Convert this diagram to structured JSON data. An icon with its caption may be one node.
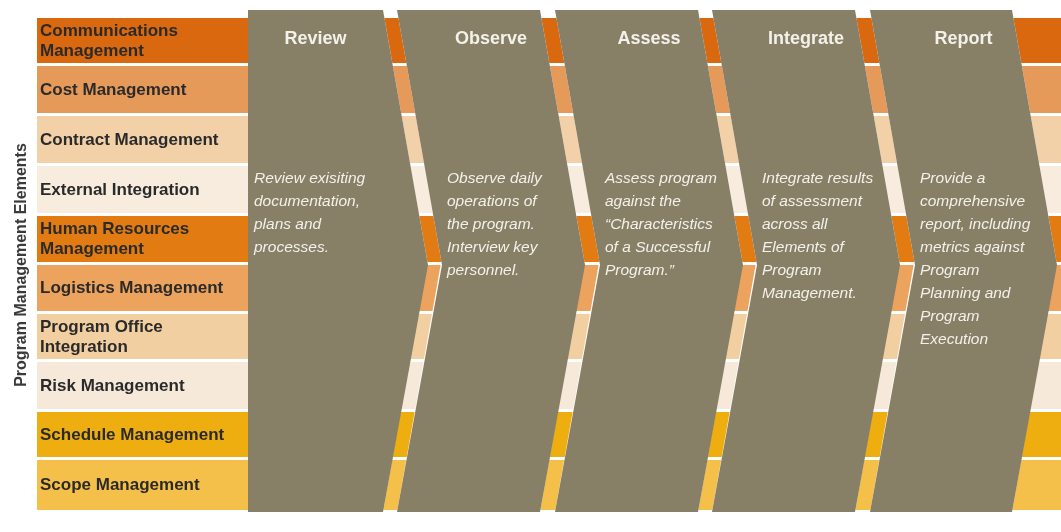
{
  "diagram": {
    "nodes": [
      {
        "text": [
          "Communications Management"
        ]
      },
      {
        "text": [
          "Cost Management"
        ]
      },
      {
        "text": [
          "Contract Management"
        ]
      },
      {
        "text": [
          "External Integration"
        ]
      },
      {
        "text": [
          "Human Resources Management"
        ]
      },
      {
        "text": [
          "Logistics Management"
        ]
      },
      {
        "text": [
          "Program Office Integration"
        ]
      },
      {
        "text": [
          "Risk Management"
        ]
      },
      {
        "text": [
          "Schedule Management"
        ]
      },
      {
        "text": [
          "Scope Management"
        ]
      },
      {
        "text": [
          "Review",
          "Review exisiting documentation, plans and processes."
        ]
      },
      {
        "text": [
          "Observe",
          "Observe daily operations of the program. Interview key personnel."
        ]
      },
      {
        "text": [
          "Assess",
          "Assess program against the “Characteristics of a Successful Program.”"
        ]
      },
      {
        "text": [
          "Integrate",
          "Integrate results of assessment across all Elements of Program Management."
        ]
      },
      {
        "text": [
          "Report",
          "Provide a comprehensive report, including metrics against Program Planning and Program Execution"
        ]
      }
    ],
    "labels": [
      "Program Management Elements"
    ]
  }
}
